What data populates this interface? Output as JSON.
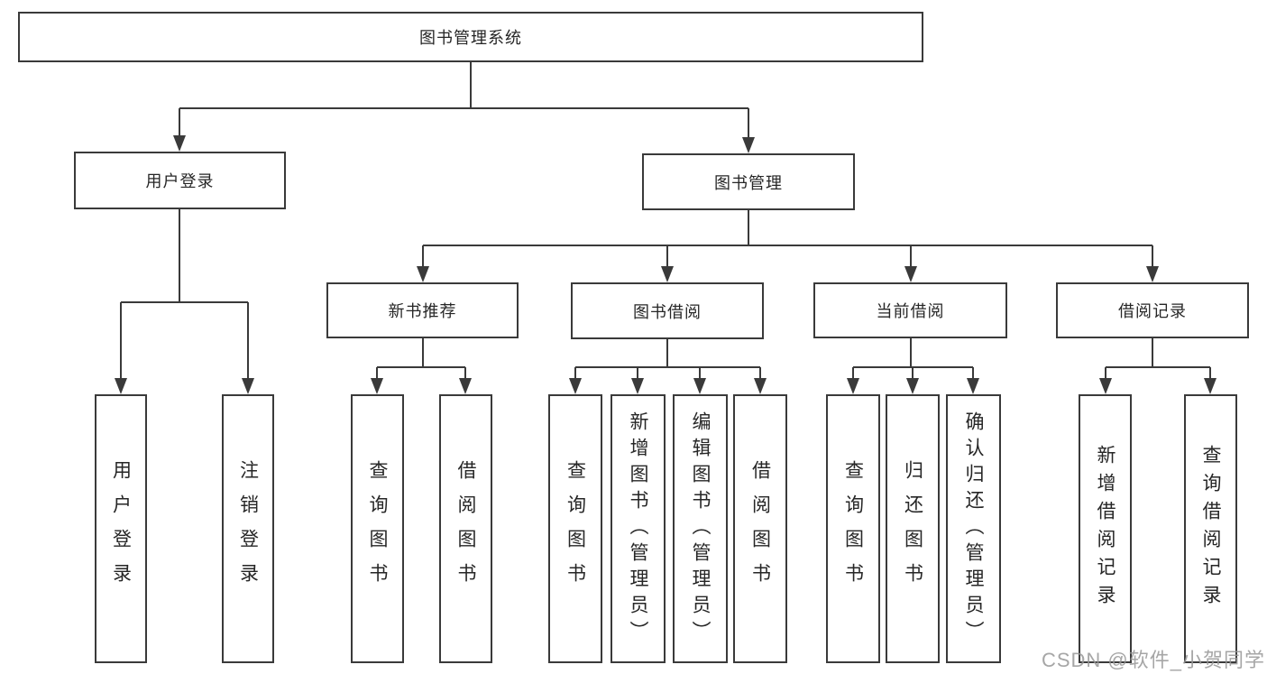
{
  "diagram": {
    "root": {
      "label": "图书管理系统"
    },
    "branches": [
      {
        "label": "用户登录",
        "children": [
          {
            "label": "用户登录"
          },
          {
            "label": "注销登录"
          }
        ]
      },
      {
        "label": "图书管理",
        "children": [
          {
            "label": "新书推荐",
            "children": [
              {
                "label": "查询图书"
              },
              {
                "label": "借阅图书"
              }
            ]
          },
          {
            "label": "图书借阅",
            "children": [
              {
                "label": "查询图书"
              },
              {
                "label": "新增图书（管理员）"
              },
              {
                "label": "编辑图书（管理员）"
              },
              {
                "label": "借阅图书"
              }
            ]
          },
          {
            "label": "当前借阅",
            "children": [
              {
                "label": "查询图书"
              },
              {
                "label": "归还图书"
              },
              {
                "label": "确认归还（管理员）"
              }
            ]
          },
          {
            "label": "借阅记录",
            "children": [
              {
                "label": "新增借阅记录"
              },
              {
                "label": "查询借阅记录"
              }
            ]
          }
        ]
      }
    ]
  },
  "watermark": "CSDN @软件_小贺同学",
  "colors": {
    "line": "#3a3a3a",
    "text": "#262626",
    "watermark": "#969696"
  }
}
